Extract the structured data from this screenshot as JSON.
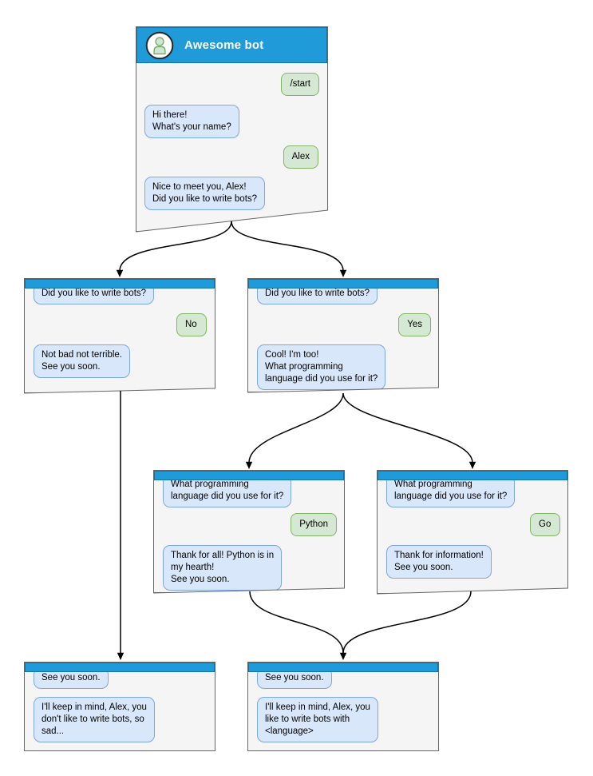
{
  "diagram_title": "Telegram bot conversation flowchart",
  "colors": {
    "titlebar_fill": "#1E9BD8",
    "titlebar_border": "#1272AE",
    "window_fill": "#F5F5F5",
    "window_border": "#666666",
    "bot_bubble_fill": "#D9E7FB",
    "bot_bubble_border": "#7EA6E0",
    "user_bubble_fill": "#D5E8D4",
    "user_bubble_border": "#82B366",
    "arrow": "#000000",
    "title_text": "#FFFFFF"
  },
  "windows": [
    {
      "id": "start",
      "title": "Awesome bot",
      "avatar_icon": "person-avatar-icon",
      "messages": [
        {
          "from": "user",
          "text": "/start"
        },
        {
          "from": "bot",
          "text": "Hi there!\nWhat's your name?"
        },
        {
          "from": "user",
          "text": "Alex"
        },
        {
          "from": "bot",
          "text": "Nice to meet you, Alex!\nDid you like to write bots?"
        }
      ]
    },
    {
      "id": "branch-no",
      "title": "",
      "messages": [
        {
          "from": "bot",
          "text": "Did you like to write bots?"
        },
        {
          "from": "user",
          "text": "No"
        },
        {
          "from": "bot",
          "text": "Not bad not terrible.\nSee you soon."
        }
      ]
    },
    {
      "id": "branch-yes",
      "title": "",
      "messages": [
        {
          "from": "bot",
          "text": "Did you like to write bots?"
        },
        {
          "from": "user",
          "text": "Yes"
        },
        {
          "from": "bot",
          "text": "Cool! I'm too!\nWhat programming\nlanguage did you use for it?"
        }
      ]
    },
    {
      "id": "branch-python",
      "title": "",
      "messages": [
        {
          "from": "bot",
          "text": "What programming\nlanguage did you use for it?"
        },
        {
          "from": "user",
          "text": "Python"
        },
        {
          "from": "bot",
          "text": "Thank for all! Python is in\nmy hearth!\nSee you soon."
        }
      ]
    },
    {
      "id": "branch-go",
      "title": "",
      "messages": [
        {
          "from": "bot",
          "text": "What programming\nlanguage did you use for it?"
        },
        {
          "from": "user",
          "text": "Go"
        },
        {
          "from": "bot",
          "text": "Thank for information!\nSee you soon."
        }
      ]
    },
    {
      "id": "end-no",
      "title": "",
      "messages": [
        {
          "from": "bot",
          "text": "See you soon."
        },
        {
          "from": "bot",
          "text": "I'll keep in mind, Alex, you\ndon't like to write bots, so\nsad..."
        }
      ]
    },
    {
      "id": "end-language",
      "title": "",
      "messages": [
        {
          "from": "bot",
          "text": "See you soon."
        },
        {
          "from": "bot",
          "text": "I'll keep in mind, Alex, you\nlike to write bots with\n<language>"
        }
      ]
    }
  ]
}
